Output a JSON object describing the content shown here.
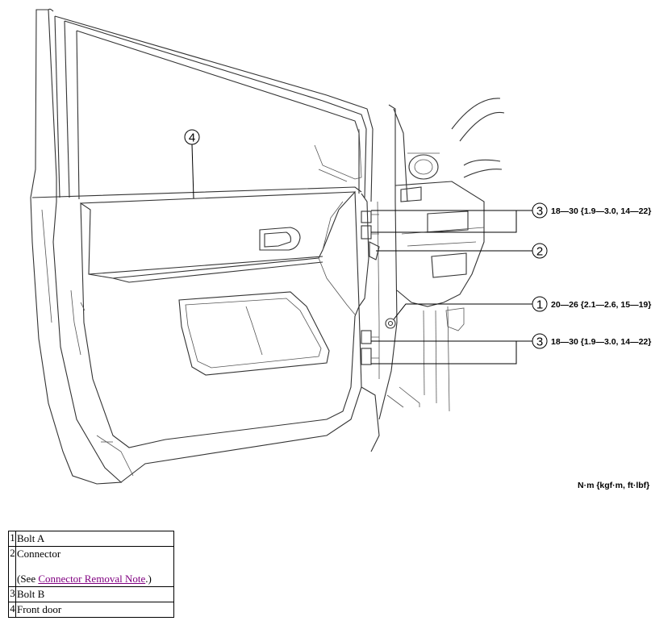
{
  "callouts": [
    {
      "num": "4"
    },
    {
      "num": "3",
      "torque": "18—30 {1.9—3.0, 14—22}"
    },
    {
      "num": "2"
    },
    {
      "num": "1",
      "torque": "20—26 {2.1—2.6, 15—19}"
    },
    {
      "num": "3",
      "torque": "18—30 {1.9—3.0, 14—22}"
    }
  ],
  "units": "N·m {kgf·m, ft·lbf}",
  "legend": [
    {
      "num": "1",
      "label": "Bolt A"
    },
    {
      "num": "2",
      "label": "Connector",
      "note_prefix": "(See ",
      "note_link": "Connector Removal Note",
      "note_suffix": ".)"
    },
    {
      "num": "3",
      "label": "Bolt B"
    },
    {
      "num": "4",
      "label": "Front door"
    }
  ]
}
